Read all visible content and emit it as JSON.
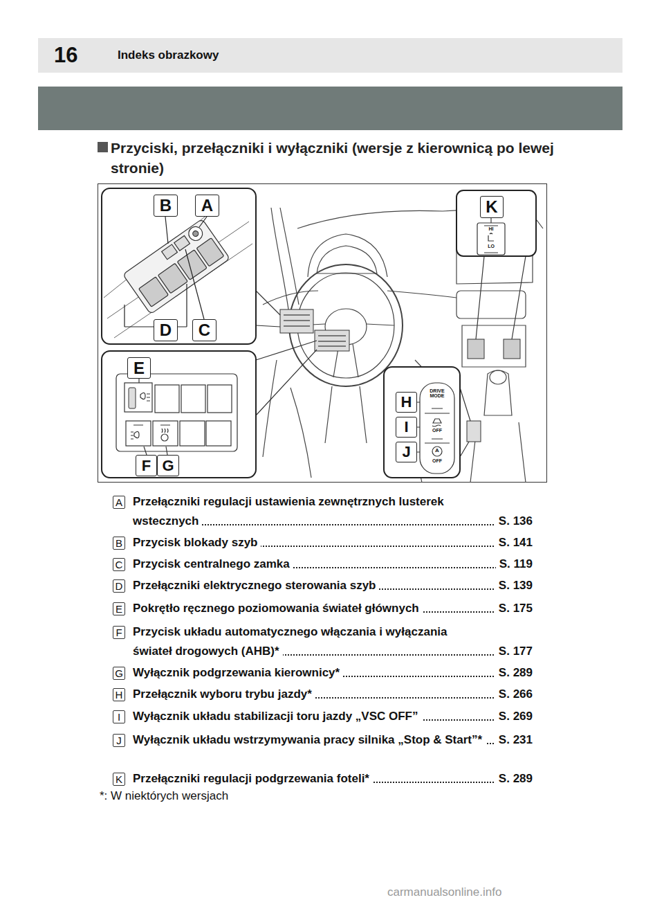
{
  "diagram": {
    "title": "Przyciski, przełączniki i wyłączniki (wersje z kierownicą po lewej stronie)",
    "nodes": [
      {
        "text": [
          "B"
        ]
      },
      {
        "text": [
          "A"
        ]
      },
      {
        "text": [
          "K"
        ]
      },
      {
        "text": [
          "D"
        ]
      },
      {
        "text": [
          "C"
        ]
      },
      {
        "text": [
          "E"
        ]
      },
      {
        "text": [
          "H"
        ]
      },
      {
        "text": [
          "I"
        ]
      },
      {
        "text": [
          "J"
        ]
      },
      {
        "text": [
          "F"
        ]
      },
      {
        "text": [
          "G"
        ]
      },
      {
        "text": [
          "A"
        ]
      },
      {
        "text": [
          "B"
        ]
      },
      {
        "text": [
          "C"
        ]
      },
      {
        "text": [
          "D"
        ]
      },
      {
        "text": [
          "E"
        ]
      },
      {
        "text": [
          "F"
        ]
      },
      {
        "text": [
          "G"
        ]
      },
      {
        "text": [
          "H"
        ]
      },
      {
        "text": [
          "I"
        ]
      },
      {
        "text": [
          "J"
        ]
      },
      {
        "text": [
          "K"
        ]
      }
    ],
    "labels": [
      "16",
      "Indeks obrazkowy",
      "HI",
      "LO",
      "DRIVE MODE",
      "OFF",
      "A",
      "OFF",
      "Przełączniki regulacji ustawienia zewnętrznych lusterek wstecznych",
      "S. 136",
      "Przycisk blokady szyb",
      "S. 141",
      "Przycisk centralnego zamka",
      "S. 119",
      "Przełączniki elektrycznego sterowania szyb",
      "S. 139",
      "Pokrętło ręcznego poziomowania świateł głównych",
      "S. 175",
      "Przycisk układu automatycznego włączania i wyłączania świateł drogowych (AHB)*",
      "S. 177",
      "Wyłącznik podgrzewania kierownicy*",
      "S. 289",
      "Przełącznik wyboru trybu jazdy*",
      "S. 266",
      "Wyłącznik układu stabilizacji toru jazdy „VSC OFF”",
      "S. 269",
      "Wyłącznik układu wstrzymywania pracy silnika „Stop & Start”*",
      "S. 231",
      "Przełączniki regulacji podgrzewania foteli*",
      "S. 289",
      "*: W niektórych wersjach",
      "carmanualsonline.info"
    ]
  }
}
